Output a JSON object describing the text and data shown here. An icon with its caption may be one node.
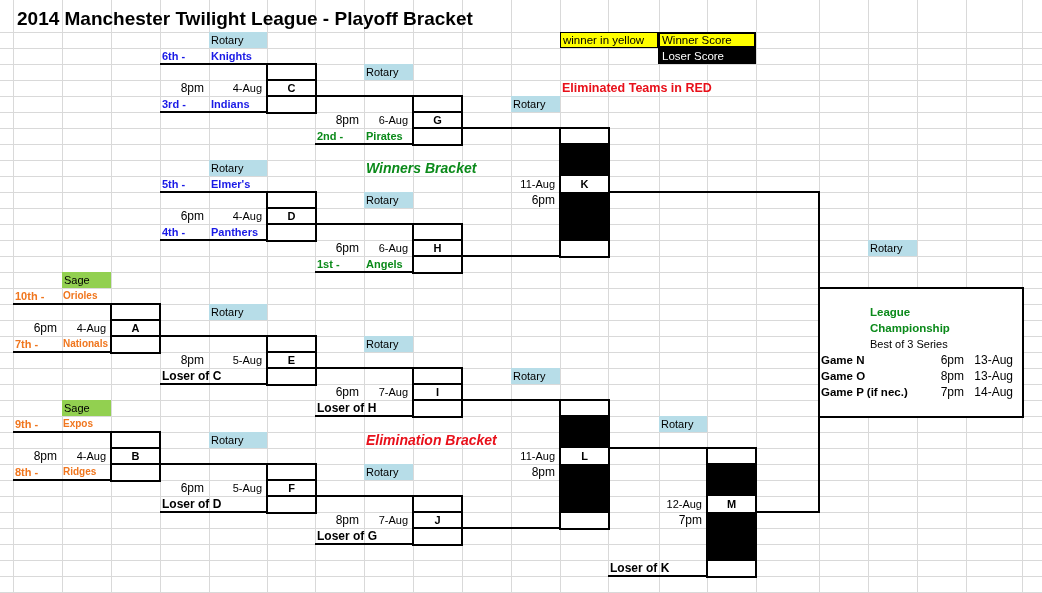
{
  "diagram": {
    "title": "2014 Manchester Twilight League - Playoff Bracket",
    "nodes": [
      {
        "text": [
          "C"
        ],
        "beside": [
          "8pm",
          "4-Aug"
        ]
      },
      {
        "text": [
          "G"
        ],
        "beside": [
          "8pm",
          "6-Aug"
        ]
      },
      {
        "text": [
          "K"
        ],
        "beside": [
          "11-Aug",
          "6pm"
        ]
      },
      {
        "text": [
          "D"
        ],
        "beside": [
          "6pm",
          "4-Aug"
        ]
      },
      {
        "text": [
          "H"
        ],
        "beside": [
          "6pm",
          "6-Aug"
        ]
      },
      {
        "text": [
          "League Championship",
          "Best of 3 Series",
          "Game N",
          "6pm",
          "13-Aug",
          "Game O",
          "8pm",
          "13-Aug",
          "Game P (if nec.)",
          "7pm",
          "14-Aug"
        ]
      },
      {
        "text": [
          "A"
        ],
        "beside": [
          "6pm",
          "4-Aug"
        ]
      },
      {
        "text": [
          "E"
        ],
        "beside": [
          "8pm",
          "5-Aug"
        ]
      },
      {
        "text": [
          "I"
        ],
        "beside": [
          "6pm",
          "7-Aug"
        ]
      },
      {
        "text": [
          "L"
        ],
        "beside": [
          "11-Aug",
          "8pm"
        ]
      },
      {
        "text": [
          "B"
        ],
        "beside": [
          "8pm",
          "4-Aug"
        ]
      },
      {
        "text": [
          "M"
        ],
        "beside": [
          "12-Aug",
          "7pm"
        ]
      },
      {
        "text": [
          "F"
        ],
        "beside": [
          "6pm",
          "5-Aug"
        ]
      },
      {
        "text": [
          "J"
        ],
        "beside": [
          "8pm",
          "7-Aug"
        ]
      }
    ],
    "edges": [
      {
        "from": 0,
        "to": 1,
        "arrow": "none"
      },
      {
        "from": 1,
        "to": 2,
        "arrow": "none"
      },
      {
        "from": 3,
        "to": 4,
        "arrow": "none"
      },
      {
        "from": 4,
        "to": 2,
        "arrow": "none"
      },
      {
        "from": 2,
        "to": 5,
        "arrow": "none"
      },
      {
        "from": 6,
        "to": 7,
        "arrow": "none"
      },
      {
        "from": 7,
        "to": 8,
        "arrow": "none"
      },
      {
        "from": 8,
        "to": 9,
        "arrow": "none"
      },
      {
        "from": 10,
        "to": 12,
        "arrow": "none"
      },
      {
        "from": 12,
        "to": 13,
        "arrow": "none"
      },
      {
        "from": 13,
        "to": 9,
        "arrow": "none"
      },
      {
        "from": 9,
        "to": 11,
        "arrow": "none"
      },
      {
        "from": 11,
        "to": 5,
        "arrow": "none"
      }
    ],
    "labels": [
      "Rotary",
      "6th -",
      "Knights",
      "Rotary",
      "Eliminated Teams in RED",
      "3rd -",
      "Indians",
      "Rotary",
      "2nd -",
      "Pirates",
      "Rotary",
      "Winners Bracket",
      "5th -",
      "Elmer's",
      "Rotary",
      "4th -",
      "Panthers",
      "Rotary",
      "1st -",
      "Angels",
      "Sage",
      "10th -",
      "Orioles",
      "Rotary",
      "7th -",
      "Nationals",
      "Rotary",
      "Loser of C",
      "Rotary",
      "Sage",
      "Loser of H",
      "9th -",
      "Expos",
      "Rotary",
      "Rotary",
      "Elimination Bracket",
      "8th -",
      "Ridges",
      "Rotary",
      "Loser of D",
      "Loser of G",
      "Loser of K"
    ],
    "legend": [
      {
        "text": "winner in yellow",
        "color": "#ffff00"
      },
      {
        "text": "Winner Score",
        "color": "#ffff00"
      },
      {
        "text": "Loser Score",
        "color": "#000000"
      }
    ]
  }
}
